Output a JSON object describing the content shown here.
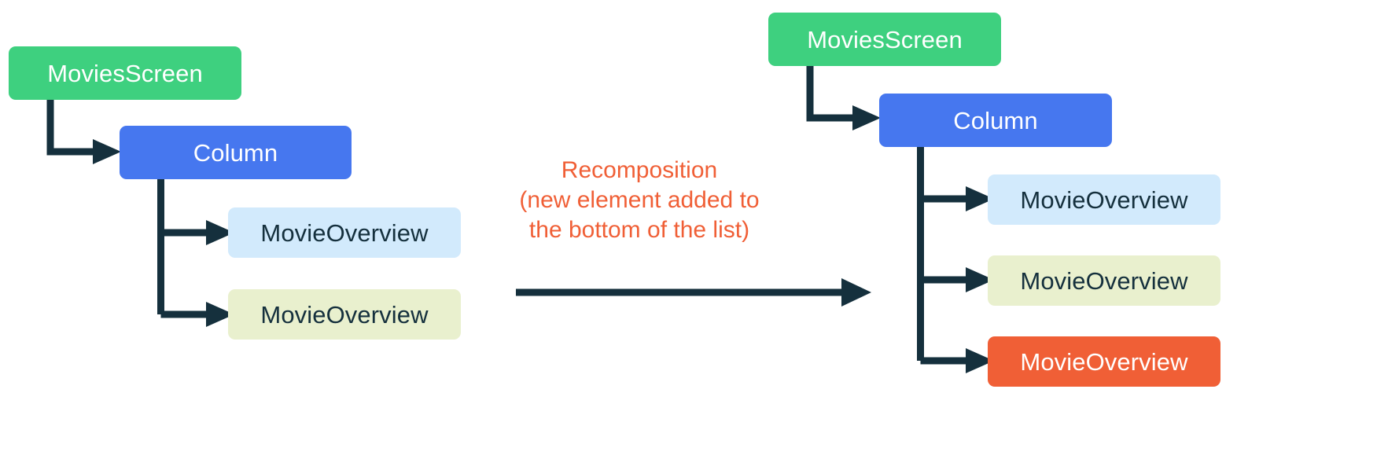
{
  "diagram": {
    "type": "before-after-composition-tree",
    "title_text": null,
    "colors": {
      "green": "#3ed07f",
      "blue": "#4677ef",
      "light_blue": "#d2eafc",
      "light_yellow": "#e9f0ce",
      "orange": "#f05f36",
      "arrow_dark": "#15303d",
      "white": "#ffffff",
      "background": "#ffffff"
    },
    "left_tree": {
      "root": {
        "label": "MoviesScreen",
        "color_key": "green"
      },
      "child": {
        "label": "Column",
        "color_key": "blue"
      },
      "leaves": [
        {
          "label": "MovieOverview",
          "color_key": "light_blue"
        },
        {
          "label": "MovieOverview",
          "color_key": "light_yellow"
        }
      ]
    },
    "transition": {
      "line1": "Recomposition",
      "line2": "(new element added to",
      "line3": "the bottom of the list)",
      "arrow": "right-arrow"
    },
    "right_tree": {
      "root": {
        "label": "MoviesScreen",
        "color_key": "green"
      },
      "child": {
        "label": "Column",
        "color_key": "blue"
      },
      "leaves": [
        {
          "label": "MovieOverview",
          "color_key": "light_blue"
        },
        {
          "label": "MovieOverview",
          "color_key": "light_yellow"
        },
        {
          "label": "MovieOverview",
          "color_key": "orange"
        }
      ]
    }
  }
}
